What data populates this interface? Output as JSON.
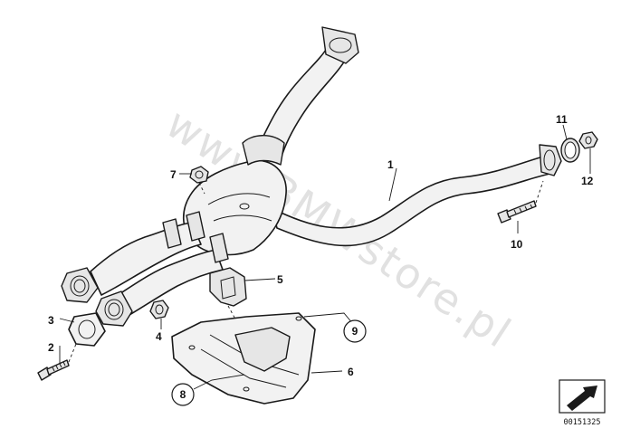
{
  "watermark": "www.BMWstore.pl",
  "callouts": {
    "c1": "1",
    "c2": "2",
    "c3": "3",
    "c4": "4",
    "c5": "5",
    "c6": "6",
    "c7": "7",
    "c8": "8",
    "c9": "9",
    "c10": "10",
    "c11": "11",
    "c12": "12"
  },
  "reference_number": "00151325"
}
